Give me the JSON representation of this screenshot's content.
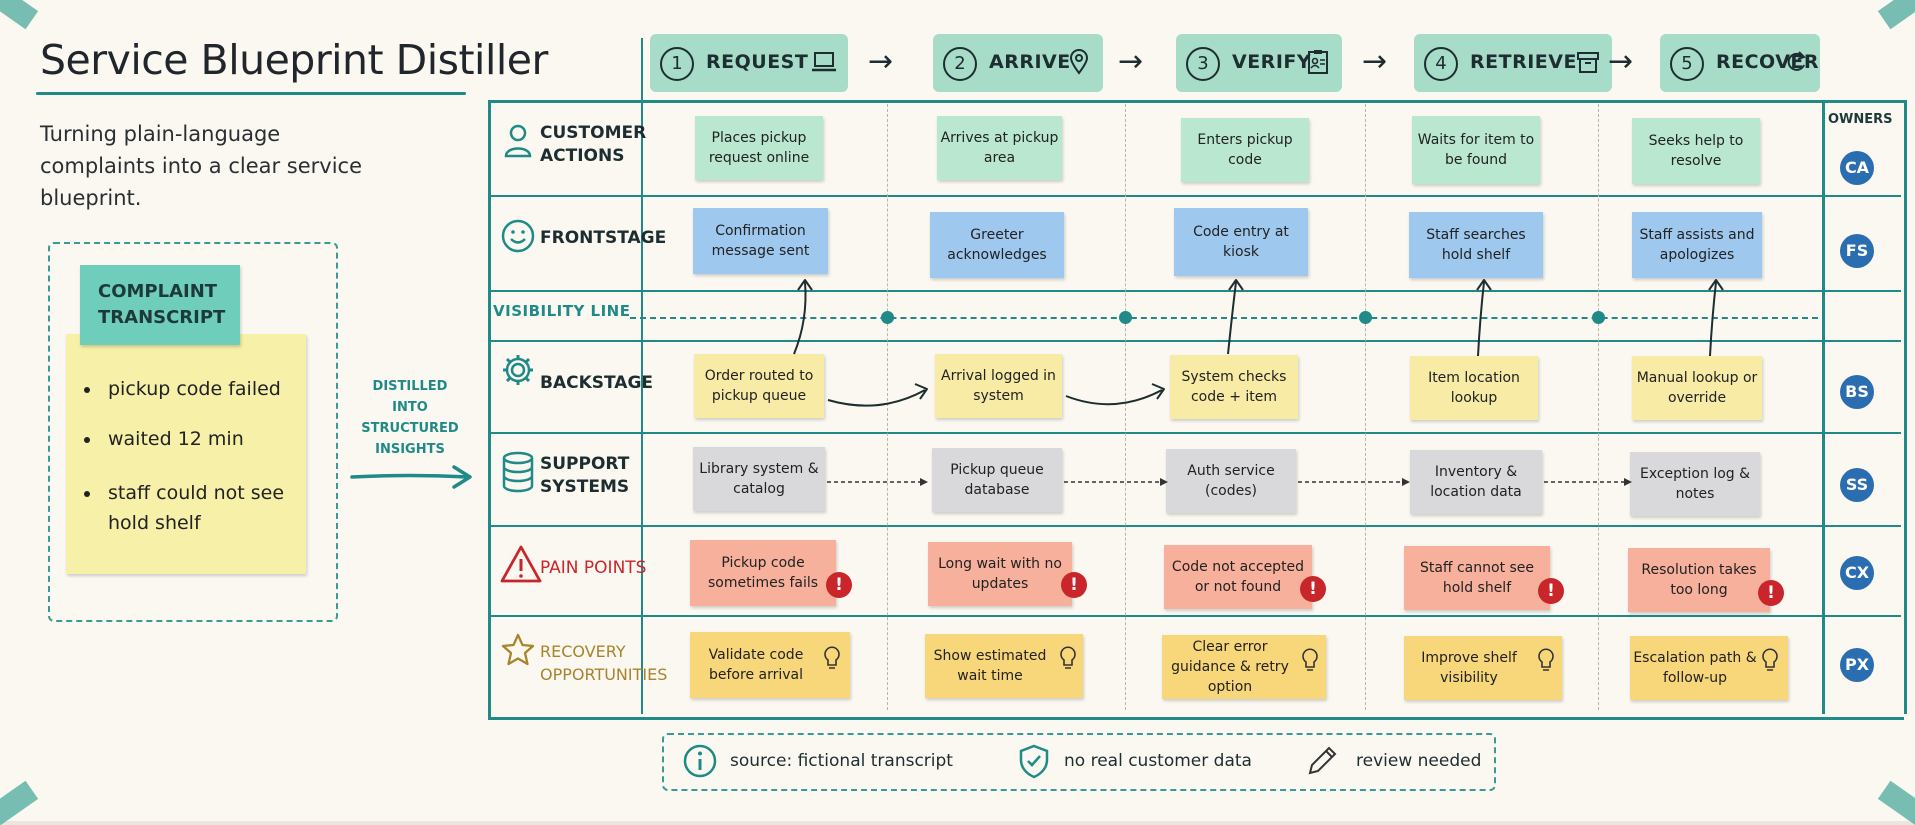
{
  "title": "Service Blueprint Distiller",
  "subtitle": "Turning plain-language complaints into a clear service blueprint.",
  "transcript": {
    "tag": "COMPLAINT TRANSCRIPT",
    "items": [
      "pickup code failed",
      "waited 12 min",
      "staff could not see hold shelf"
    ]
  },
  "distilled_label": "DISTILLED INTO STRUCTURED INSIGHTS",
  "steps": [
    {
      "num": "1",
      "label": "REQUEST",
      "icon": "laptop-icon"
    },
    {
      "num": "2",
      "label": "ARRIVE",
      "icon": "map-pin-icon"
    },
    {
      "num": "3",
      "label": "VERIFY",
      "icon": "clipboard-id-icon"
    },
    {
      "num": "4",
      "label": "RETRIEVE",
      "icon": "archive-box-icon"
    },
    {
      "num": "5",
      "label": "RECOVER",
      "icon": "refresh-icon"
    }
  ],
  "owners_title": "OWNERS",
  "visibility_label": "VISIBILITY LINE",
  "lanes": [
    {
      "label": "CUSTOMER ACTIONS",
      "icon": "person-icon",
      "owner": "CA",
      "cards": [
        "Places pickup request online",
        "Arrives at pickup area",
        "Enters pickup code",
        "Waits for item to be found",
        "Seeks help to resolve"
      ]
    },
    {
      "label": "FRONTSTAGE",
      "icon": "smiley-icon",
      "owner": "FS",
      "cards": [
        "Confirmation message sent",
        "Greeter acknowledges",
        "Code entry at kiosk",
        "Staff searches hold shelf",
        "Staff assists and apologizes"
      ]
    },
    {
      "label": "BACKSTAGE",
      "icon": "gear-icon",
      "owner": "BS",
      "cards": [
        "Order routed to pickup queue",
        "Arrival logged in system",
        "System checks code + item",
        "Item location lookup",
        "Manual lookup or override"
      ]
    },
    {
      "label": "SUPPORT SYSTEMS",
      "icon": "database-icon",
      "owner": "SS",
      "cards": [
        "Library system & catalog",
        "Pickup queue database",
        "Auth service (codes)",
        "Inventory & location data",
        "Exception log & notes"
      ]
    },
    {
      "label": "PAIN POINTS",
      "icon": "warning-icon",
      "owner": "CX",
      "cards": [
        "Pickup code sometimes fails",
        "Long wait with no updates",
        "Code not accepted or not found",
        "Staff cannot see hold shelf",
        "Resolution takes too long"
      ]
    },
    {
      "label": "RECOVERY OPPORTUNITIES",
      "icon": "star-icon",
      "owner": "PX",
      "cards": [
        "Validate code before arrival",
        "Show estimated wait time",
        "Clear error guidance & retry option",
        "Improve shelf visibility",
        "Escalation path & follow-up"
      ]
    }
  ],
  "footer": {
    "source": "source: fictional transcript",
    "privacy": "no real customer data",
    "review": "review needed"
  },
  "colors": {
    "teal": "#1f8a88",
    "customer_card": "#b9e7cf",
    "frontstage_card": "#9fc8ef",
    "backstage_card": "#f7eba6",
    "support_card": "#d9d9db",
    "pain_card": "#f6b09c",
    "recovery_card": "#f8d67a",
    "owner_badge": "#2a6db1",
    "alert": "#c8262a"
  }
}
